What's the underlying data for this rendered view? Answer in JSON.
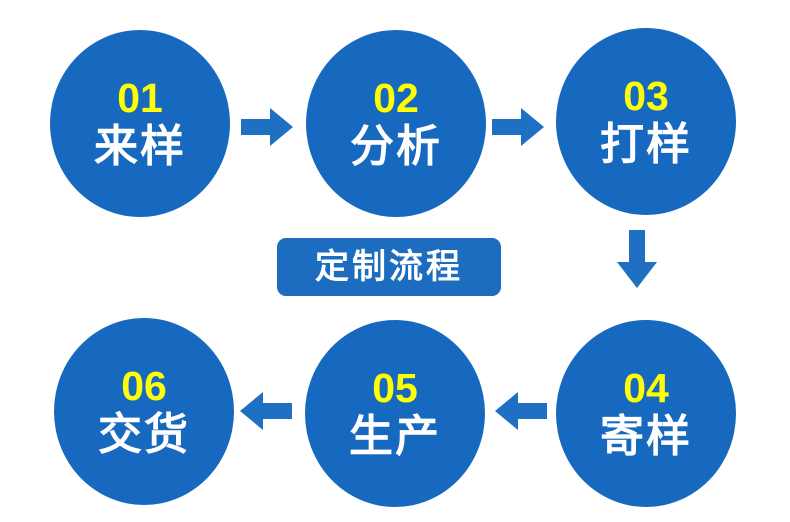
{
  "diagram": {
    "title": "定制流程",
    "colors": {
      "circle_blue": "#1669bf",
      "caption_blue": "#1c6cc0",
      "arrow_blue": "#1f6fc2",
      "number_yellow": "#ffff00",
      "label_white": "#ffffff",
      "background": "#ffffff"
    },
    "steps": [
      {
        "num": "01",
        "label": "来样"
      },
      {
        "num": "02",
        "label": "分析"
      },
      {
        "num": "03",
        "label": "打样"
      },
      {
        "num": "04",
        "label": "寄样"
      },
      {
        "num": "05",
        "label": "生产"
      },
      {
        "num": "06",
        "label": "交货"
      }
    ],
    "arrows": [
      {
        "name": "arrow-step1-to-step2",
        "direction": "right"
      },
      {
        "name": "arrow-step2-to-step3",
        "direction": "right"
      },
      {
        "name": "arrow-step3-to-step4",
        "direction": "down"
      },
      {
        "name": "arrow-step4-to-step5",
        "direction": "left"
      },
      {
        "name": "arrow-step5-to-step6",
        "direction": "left"
      }
    ]
  }
}
